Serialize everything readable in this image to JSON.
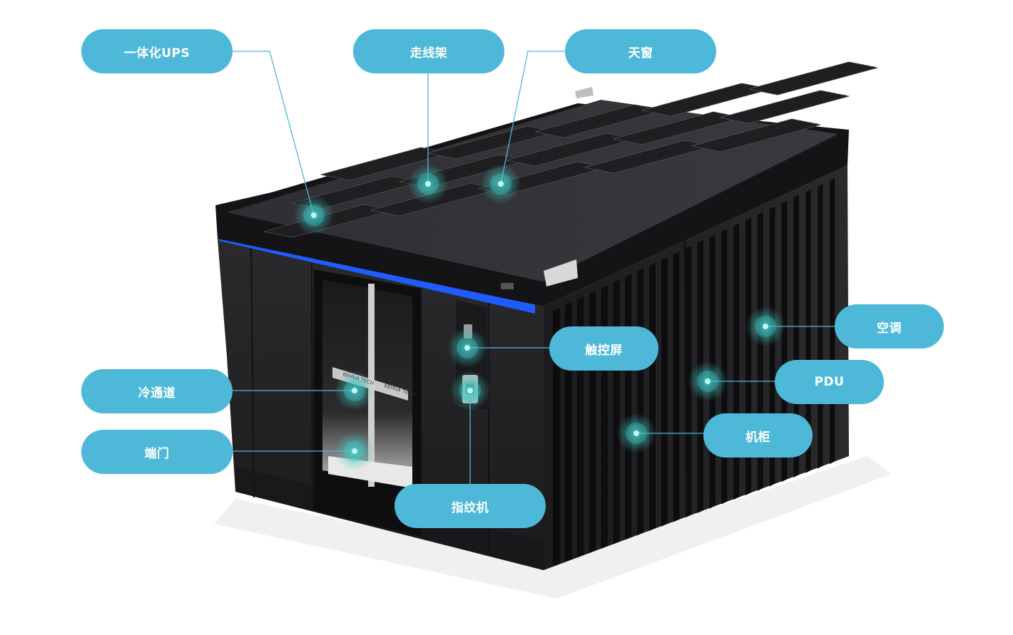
{
  "image": {
    "alt_product": "modular data center micro-module container",
    "door_brand_text": "KEHUA TECH"
  },
  "labels": {
    "ups": "一体化UPS",
    "cable_tray": "走线架",
    "skylight": "天窗",
    "touchscreen": "触控屏",
    "air_conditioner": "空调",
    "pdu": "PDU",
    "cabinet": "机柜",
    "cold_aisle": "冷通道",
    "end_door": "端门",
    "fingerprint": "指纹机"
  },
  "colors": {
    "pill": "#4db8d8",
    "leader": "#4db8d8",
    "hotspot": "#3fc6c2",
    "accent_strip": "#1f5cff"
  }
}
